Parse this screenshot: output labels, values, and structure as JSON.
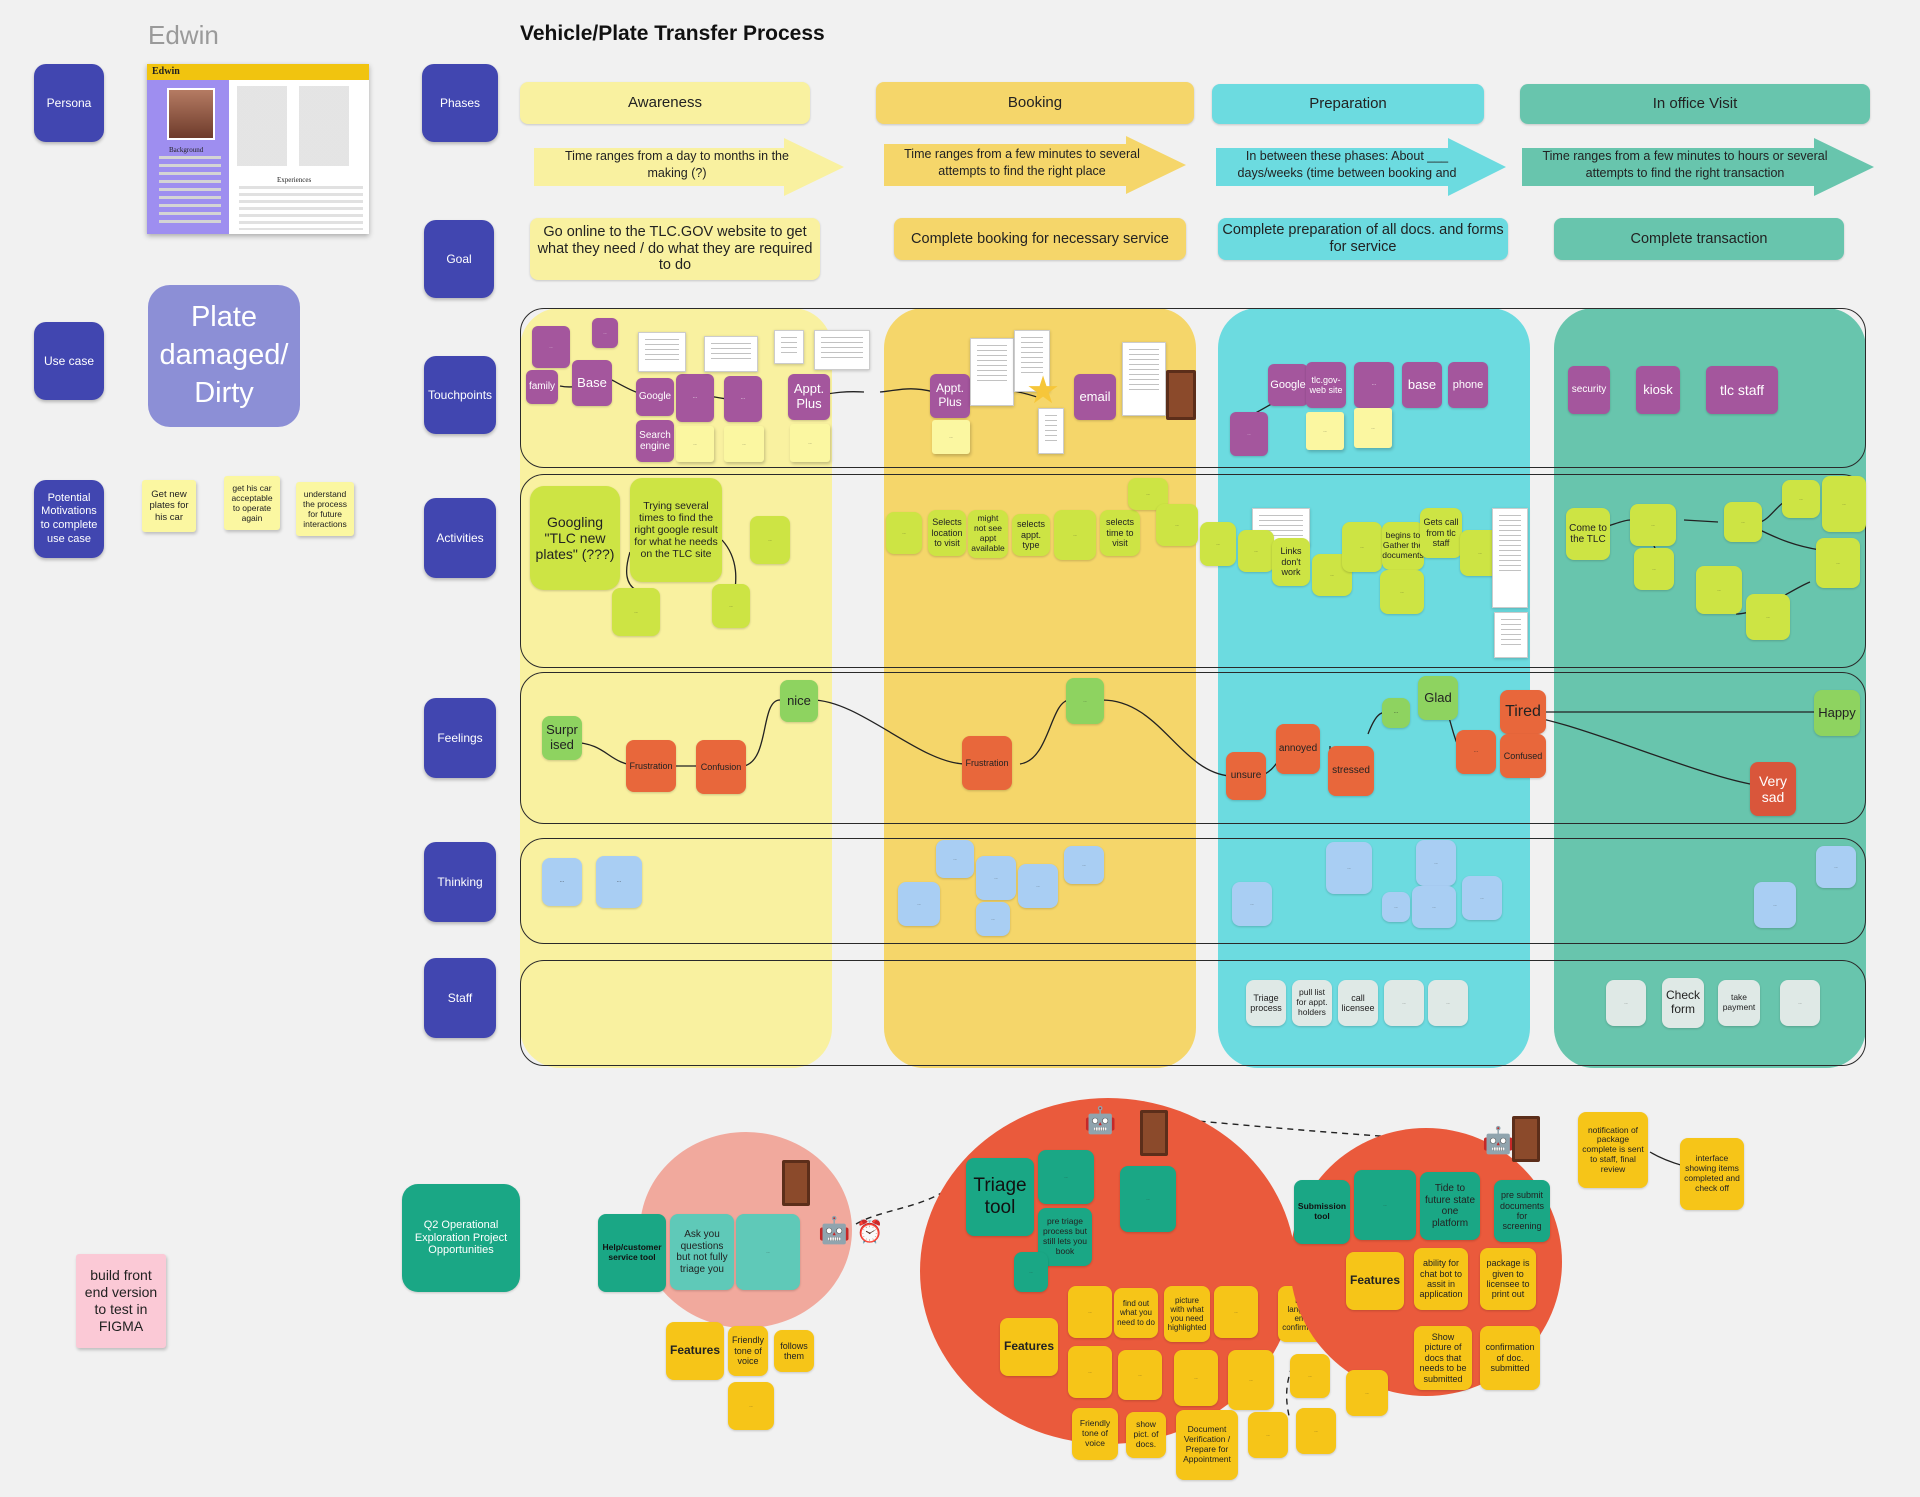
{
  "persona_name": "Edwin",
  "page_title": "Vehicle/Plate Transfer Process",
  "left_tags": {
    "persona": "Persona",
    "use_case": "Use case",
    "motivations": "Potential Motivations to complete use case"
  },
  "persona_card": {
    "name": "Edwin",
    "background_label": "Background",
    "experiences_label": "Experiences"
  },
  "use_case_card": "Plate damaged/ Dirty",
  "motivation_notes": [
    "Get new plates for his car",
    "get his car acceptable to operate again",
    "understand the process for future interactions"
  ],
  "row_tags": {
    "phases": "Phases",
    "goal": "Goal",
    "touchpoints": "Touchpoints",
    "activities": "Activities",
    "feelings": "Feelings",
    "thinking": "Thinking",
    "staff": "Staff"
  },
  "phases": [
    {
      "label": "Awareness",
      "arrow": "Time ranges from a day to months in the making (?)",
      "goal": "Go online to the TLC.GOV website to get what they need / do what they are required to do"
    },
    {
      "label": "Booking",
      "arrow": "Time ranges from a few minutes to several attempts to find the right place",
      "goal": "Complete booking for necessary service"
    },
    {
      "label": "Preparation",
      "arrow": "In between these phases: About ___ days/weeks (time between booking and",
      "goal": "Complete preparation of all docs. and forms for service"
    },
    {
      "label": "In office Visit",
      "arrow": "Time ranges from a few minutes to hours or several attempts to find the right transaction",
      "goal": "Complete transaction"
    }
  ],
  "touchpoints": {
    "family": "family",
    "base1": "Base",
    "google1": "Google",
    "search_engine": "Search engine",
    "appt_plus1": "Appt. Plus",
    "appt_plus2": "Appt. Plus",
    "email": "email",
    "google2": "Google",
    "tlc_website": "tlc.gov- web site",
    "base2": "base",
    "phone": "phone",
    "security": "security",
    "kiosk": "kiosk",
    "tlc_staff": "tlc staff"
  },
  "activities": {
    "googling": "Googling \"TLC new plates\" (???)",
    "trying": "Trying several times to find the right google result for what he needs on the TLC site",
    "selects_location": "Selects location to visit",
    "might_not": "might not see appt available",
    "selects_appt": "selects appt. type",
    "selects_time": "selects time to visit",
    "links_dont_work": "Links don't work",
    "begins_gather": "begins to Gather the documents",
    "gets_call": "Gets call from tlc staff",
    "come_tlc": "Come to the TLC"
  },
  "feelings": {
    "surprised": "Surpr ised",
    "frustration1": "Frustration",
    "confusion": "Confusion",
    "nice": "nice",
    "frustration2": "Frustration",
    "unsure": "unsure",
    "annoyed": "annoyed",
    "stressed": "stressed",
    "glad": "Glad",
    "tired": "Tired",
    "confused": "Confused",
    "happy": "Happy",
    "very_sad": "Very sad"
  },
  "staff": {
    "triage": "Triage process",
    "pull_list": "pull list for appt. holders",
    "call_licensee": "call licensee",
    "check_form": "Check form",
    "take_payment": "take payment"
  },
  "opportunities": {
    "tag": "Q2 Operational Exploration Project Opportunities",
    "note_figma": "build front end version to test in FIGMA",
    "help_tool": "Help/customer service tool",
    "ask_questions": "Ask you questions but not fully triage you",
    "features": "Features",
    "friendly_tone": "Friendly tone of voice",
    "follows_them": "follows them",
    "triage_tool": "Triage tool",
    "pre_triage": "pre triage process but still lets you book",
    "features2": "Features",
    "find_out": "find out what you need to do",
    "picture_with": "picture with what you need highlighted",
    "plain_language": "Plain language email confirmation",
    "friendly_tone2": "Friendly tone of voice",
    "show_pict": "show pict. of docs.",
    "document_verification": "Document Verification / Prepare for Appointment",
    "submission_tool": "Submission tool",
    "tide_future": "Tide to future state one platform",
    "pre_submit": "pre submit documents for screening",
    "features3": "Features",
    "ability_chat": "ability for chat bot to assit in application",
    "package_given": "package is given to licensee to print out",
    "show_picture_docs": "Show picture of docs that needs to be submitted",
    "confirmation_docs": "confirmation of doc. submitted",
    "notification": "notification of package complete is sent to staff, final review",
    "interface": "interface showing items completed and check off"
  },
  "colors": {
    "tag_blue": "#4146b0",
    "awareness": "#f9f1a0",
    "booking": "#f5d66a",
    "preparation": "#6cdbe0",
    "in_office": "#68c5ad",
    "touch_purple": "#a4569d",
    "activity_green": "#cde444",
    "feel_orange": "#e8673b",
    "feel_green": "#8ed360",
    "think_blue": "#a9cef3",
    "staff_grey": "#dfe9e6",
    "opp_teal": "#1aa785",
    "opp_red": "#ea5a3c",
    "opp_pink": "#f1a99d",
    "sticky_yellow": "#f6d02a",
    "sticky_pink": "#fbc9d6"
  }
}
